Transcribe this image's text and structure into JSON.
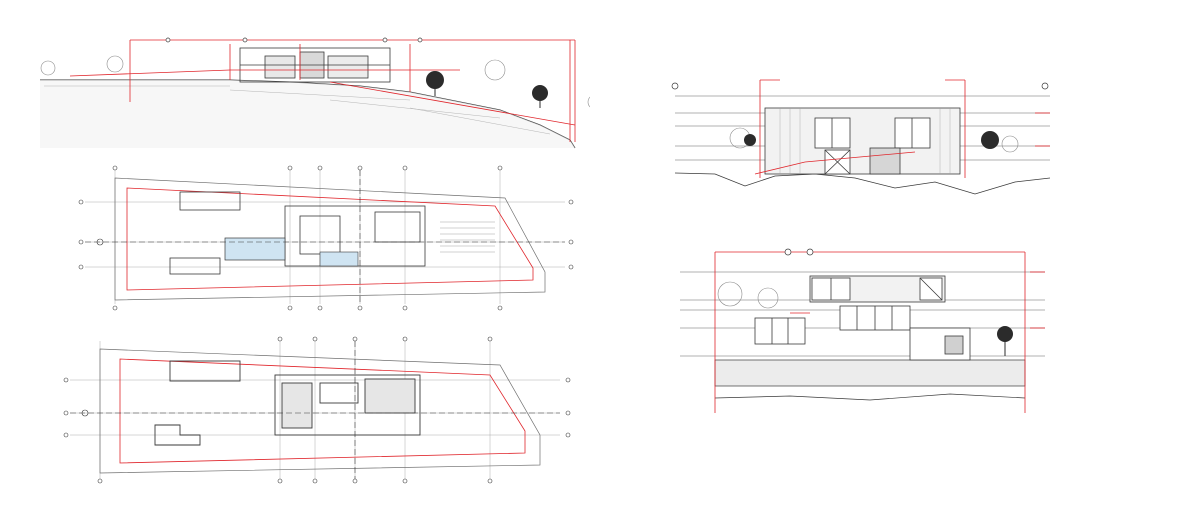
{
  "sheet": {
    "background": "#ffffff",
    "line_color": "#3a3a3a",
    "light_line_color": "#9a9a9a",
    "redline_color": "#e0262c",
    "water_color": "#cfe4f2"
  },
  "drawings": [
    {
      "kind": "site-section",
      "icon": "tree-icon"
    },
    {
      "kind": "site-plan-upper",
      "icon": "north-arrow-icon"
    },
    {
      "kind": "site-plan-lower",
      "icon": "north-arrow-icon"
    },
    {
      "kind": "front-elevation",
      "icon": "tree-icon"
    },
    {
      "kind": "side-elevation",
      "icon": "tree-icon"
    }
  ]
}
